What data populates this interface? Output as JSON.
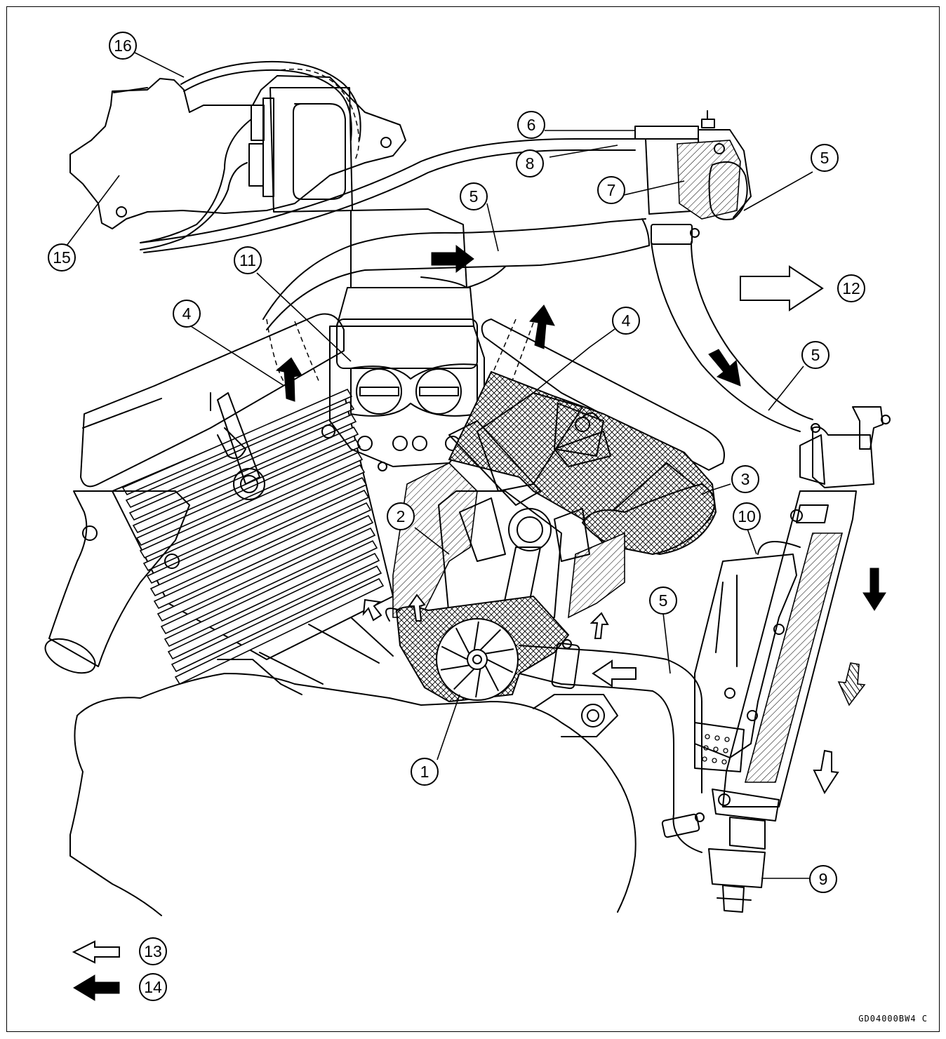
{
  "figure_code": "GD04000BW4 C",
  "callouts": [
    {
      "label": "1"
    },
    {
      "label": "2"
    },
    {
      "label": "3"
    },
    {
      "label": "4"
    },
    {
      "label": "4"
    },
    {
      "label": "5"
    },
    {
      "label": "5"
    },
    {
      "label": "5"
    },
    {
      "label": "5"
    },
    {
      "label": "6"
    },
    {
      "label": "7"
    },
    {
      "label": "8"
    },
    {
      "label": "9"
    },
    {
      "label": "10"
    },
    {
      "label": "11"
    },
    {
      "label": "12"
    },
    {
      "label": "13"
    },
    {
      "label": "14"
    },
    {
      "label": "15"
    },
    {
      "label": "16"
    }
  ]
}
